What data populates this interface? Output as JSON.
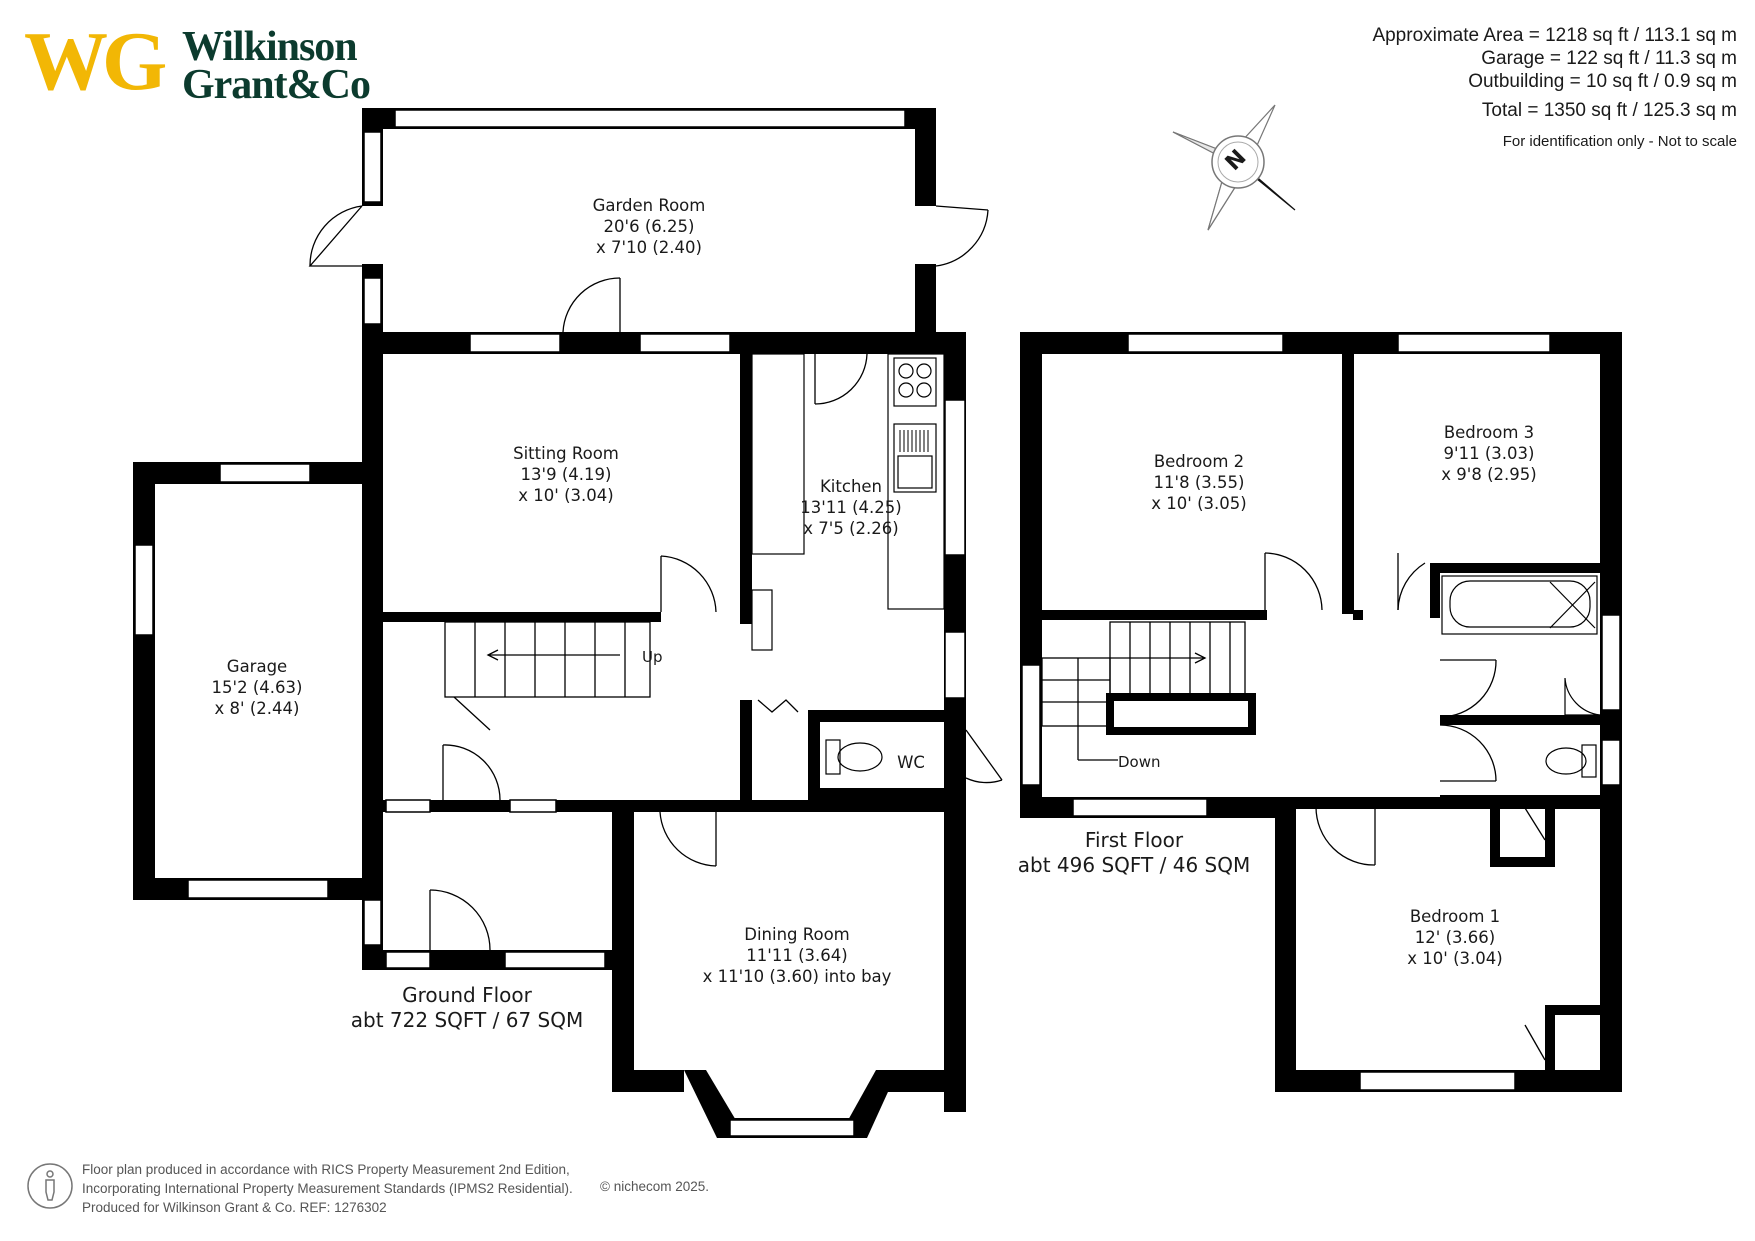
{
  "brand": {
    "logo_mark": "WG",
    "name_line1": "Wilkinson",
    "name_line2": "Grant",
    "name_amp": "&Co",
    "gold_color": "#f2b705",
    "green_color": "#0c3b2e"
  },
  "areas": {
    "approximate": "Approximate Area = 1218 sq ft / 113.1 sq m",
    "garage": "Garage = 122 sq ft / 11.3 sq m",
    "outbuilding": "Outbuilding = 10 sq ft / 0.9 sq m",
    "total": "Total = 1350 sq ft / 125.3 sq m",
    "note": "For identification only - Not to scale"
  },
  "compass": {
    "letter": "N",
    "icon": "compass-rose-icon"
  },
  "rooms": {
    "garden_room": {
      "name": "Garden Room",
      "dim1": "20'6 (6.25)",
      "dim2": "x 7'10 (2.40)"
    },
    "sitting_room": {
      "name": "Sitting Room",
      "dim1": "13'9 (4.19)",
      "dim2": "x 10' (3.04)"
    },
    "kitchen": {
      "name": "Kitchen",
      "dim1": "13'11 (4.25)",
      "dim2": "x 7'5 (2.26)"
    },
    "garage": {
      "name": "Garage",
      "dim1": "15'2 (4.63)",
      "dim2": "x 8' (2.44)"
    },
    "dining_room": {
      "name": "Dining Room",
      "dim1": "11'11 (3.64)",
      "dim2": "x 11'10 (3.60) into bay"
    },
    "wc": {
      "name": "WC"
    },
    "bedroom_2": {
      "name": "Bedroom 2",
      "dim1": "11'8 (3.55)",
      "dim2": "x 10' (3.05)"
    },
    "bedroom_3": {
      "name": "Bedroom 3",
      "dim1": "9'11 (3.03)",
      "dim2": "x 9'8 (2.95)"
    },
    "bedroom_1": {
      "name": "Bedroom 1",
      "dim1": "12' (3.66)",
      "dim2": "x 10' (3.04)"
    }
  },
  "stairs": {
    "up": "Up",
    "down": "Down"
  },
  "floors": {
    "ground": {
      "name": "Ground Floor",
      "area": "abt 722 SQFT / 67 SQM"
    },
    "first": {
      "name": "First Floor",
      "area": "abt 496 SQFT / 46 SQM"
    }
  },
  "footer": {
    "line1": "Floor plan produced in accordance with RICS Property Measurement 2nd Edition,",
    "line2": "Incorporating International Property Measurement Standards (IPMS2 Residential).",
    "line3": "Produced for Wilkinson Grant & Co.   REF:  1276302",
    "copyright": "© nichecom   2025.",
    "icon": "person-scale-icon"
  }
}
